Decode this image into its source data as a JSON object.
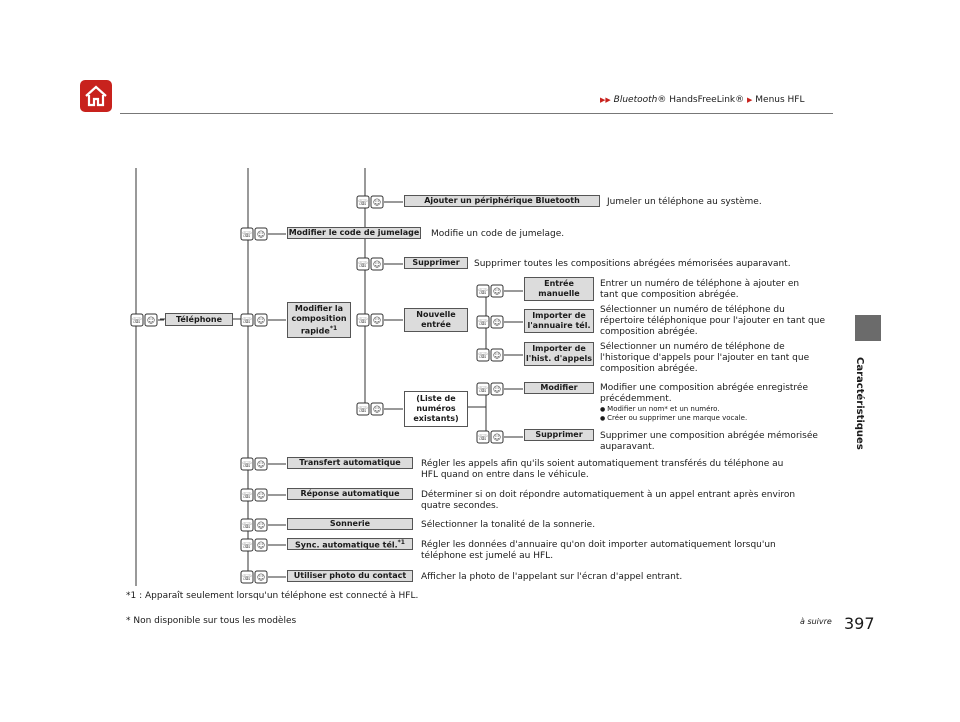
{
  "header": {
    "breadcrumb_pre": "Bluetooth",
    "breadcrumb_mid": "® HandsFreeLink®",
    "breadcrumb_last": "Menus HFL",
    "home_icon": "home-icon"
  },
  "side_label": "Caractéristiques",
  "page_number": "397",
  "a_suivre": "à suivre",
  "footnotes": {
    "note1": "*1 : Apparaît seulement lorsqu'un téléphone est connecté à HFL.",
    "note2": "* Non disponible sur tous les modèles"
  },
  "menu": {
    "root": "Téléphone",
    "add_bt": "Ajouter un périphérique Bluetooth",
    "add_bt_desc": "Jumeler un téléphone au système.",
    "pair_code": "Modifier le code de jumelage",
    "pair_code_desc": "Modifie un code de jumelage.",
    "speed_dial": "Modifier la composition rapide",
    "speed_dial_sup": "*1",
    "delete_all": "Supprimer",
    "delete_all_desc": "Supprimer toutes les compositions abrégées mémorisées auparavant.",
    "new_entry": "Nouvelle entrée",
    "manual": "Entrée manuelle",
    "manual_desc": "Entrer un numéro de téléphone à ajouter en tant que composition abrégée.",
    "import_book": "Importer de l'annuaire tél.",
    "import_book_desc": "Sélectionner un numéro de téléphone du répertoire téléphonique pour l'ajouter en tant que composition abrégée.",
    "import_hist": "Importer de l'hist. d'appels",
    "import_hist_desc": "Sélectionner un numéro de téléphone de l'historique d'appels pour l'ajouter en tant que composition abrégée.",
    "existing": "(Liste de numéros existants)",
    "modify": "Modifier",
    "modify_desc": "Modifier une composition abrégée enregistrée précédemment.",
    "modify_b1": "Modifier un nom* et un numéro.",
    "modify_b2": "Créer ou supprimer une marque vocale.",
    "delete": "Supprimer",
    "delete_desc": "Supprimer une composition abrégée mémorisée auparavant.",
    "auto_transfer": "Transfert automatique",
    "auto_transfer_desc": "Régler les appels afin qu'ils soient automatiquement transférés du téléphone au HFL quand on entre dans le véhicule.",
    "auto_answer": "Réponse automatique",
    "auto_answer_desc": "Déterminer si on doit répondre automatiquement à un appel entrant après environ quatre secondes.",
    "ringtone": "Sonnerie",
    "ringtone_desc": "Sélectionner la tonalité de la sonnerie.",
    "auto_sync": "Sync. automatique tél.",
    "auto_sync_sup": "*1",
    "auto_sync_desc": "Régler les données d'annuaire qu'on doit importer automatiquement lorsqu'un téléphone est jumelé au HFL.",
    "caller_photo": "Utiliser photo du contact",
    "caller_photo_desc": "Afficher la photo de l'appelant sur l'écran d'appel entrant."
  },
  "colors": {
    "brand": "#c8221d",
    "tab": "#6b6b6b"
  }
}
